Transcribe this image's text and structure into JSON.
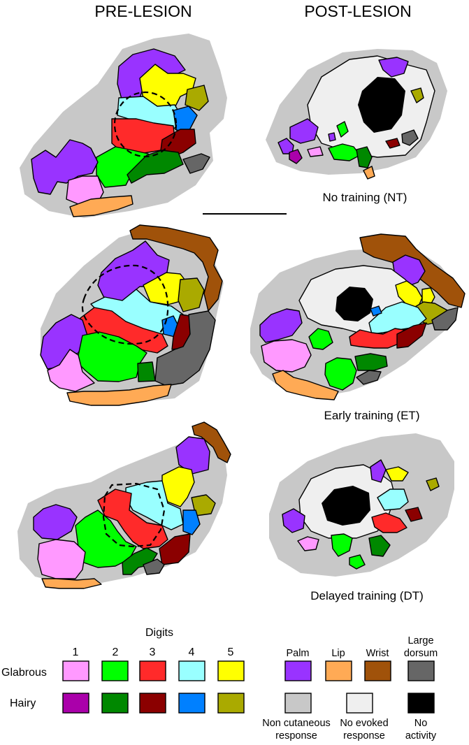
{
  "headers": {
    "pre": "PRE-LESION",
    "post": "POST-LESION"
  },
  "captions": {
    "nt": "No training (NT)",
    "et": "Early training (ET)",
    "dt": "Delayed training (DT)"
  },
  "legend": {
    "digits_title": "Digits",
    "digit_numbers": [
      "1",
      "2",
      "3",
      "4",
      "5"
    ],
    "row_glabrous": "Glabrous",
    "row_hairy": "Hairy",
    "palm": "Palm",
    "lip": "Lip",
    "wrist": "Wrist",
    "large_dorsum": [
      "Large",
      "dorsum"
    ],
    "non_cutaneous": [
      "Non cutaneous",
      "response"
    ],
    "no_evoked": [
      "No evoked",
      "response"
    ],
    "no_activity": [
      "No",
      "activity"
    ]
  },
  "colors": {
    "digit1_glabrous": "#ff99ff",
    "digit2_glabrous": "#00ff00",
    "digit3_glabrous": "#ff2a2a",
    "digit4_glabrous": "#99ffff",
    "digit5_glabrous": "#ffff00",
    "digit1_hairy": "#aa00aa",
    "digit2_hairy": "#008800",
    "digit3_hairy": "#8b0000",
    "digit4_hairy": "#0080ff",
    "digit5_hairy": "#aaaa00",
    "palm": "#9933ff",
    "lip": "#ffaa55",
    "wrist": "#a0520a",
    "large_dorsum": "#666666",
    "non_cutaneous": "#c8c8c8",
    "no_evoked": "#efefef",
    "no_activity": "#000000"
  }
}
